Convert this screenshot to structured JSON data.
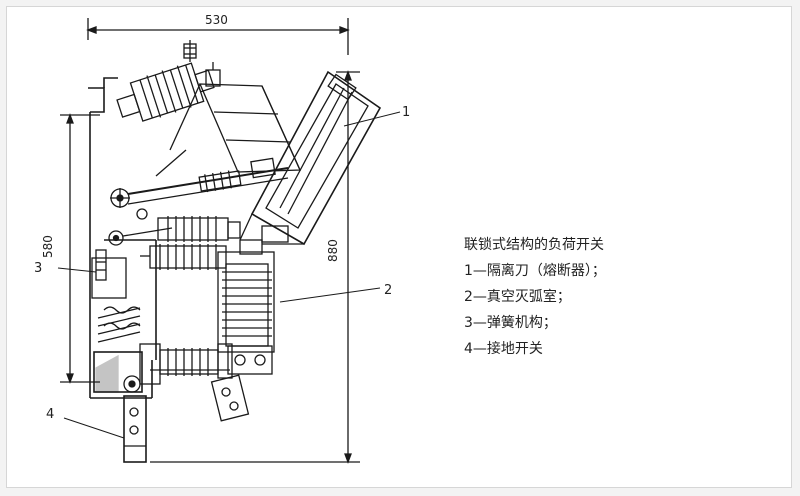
{
  "dimensions": {
    "width": "530",
    "height_left": "580",
    "height_right": "880"
  },
  "callouts": [
    "1",
    "2",
    "3",
    "4"
  ],
  "legend": {
    "title": "联锁式结构的负荷开关",
    "items": [
      "1—隔离刀（熔断器）；",
      "2—真空灭弧室；",
      "3—弹簧机构；",
      "4—接地开关"
    ]
  }
}
